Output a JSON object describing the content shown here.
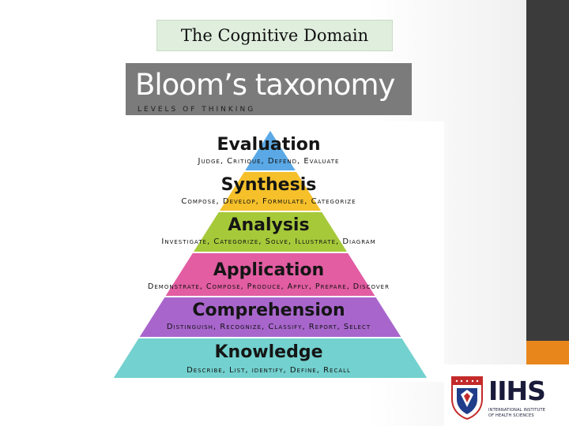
{
  "slide": {
    "title": "The Cognitive Domain"
  },
  "banner": {
    "title": "Bloom’s taxonomy",
    "subtitle": "LEVELS OF THINKING"
  },
  "pyramid": {
    "levels": [
      {
        "name": "Evaluation",
        "verbs": "Judge, Critique, Defend, Evaluate",
        "color": "#5aa9e6"
      },
      {
        "name": "Synthesis",
        "verbs": "Compose, Develop, Formulate, Categorize",
        "color": "#f5c02a"
      },
      {
        "name": "Analysis",
        "verbs": "Investigate, Categorize, Solve, Illustrate, Diagram",
        "color": "#a6c93a"
      },
      {
        "name": "Application",
        "verbs": "Demonstrate, Compose, Produce, Apply, Prepare, Discover",
        "color": "#e25da2"
      },
      {
        "name": "Comprehension",
        "verbs": "Distinguish, Recognize, Classify, Report, Select",
        "color": "#a866cc"
      },
      {
        "name": "Knowledge",
        "verbs": "Describe, List, identify, Define, Recall",
        "color": "#73d1cf"
      }
    ]
  },
  "logo": {
    "name": "IIHS",
    "line1": "INTERNATIONAL INSTITUTE",
    "line2": "OF HEALTH SCIENCES"
  },
  "colors": {
    "title_bg": "#dfeedd",
    "banner_bg": "#7b7b7b",
    "sidebar": "#3b3b3b",
    "accent": "#e8861c"
  }
}
